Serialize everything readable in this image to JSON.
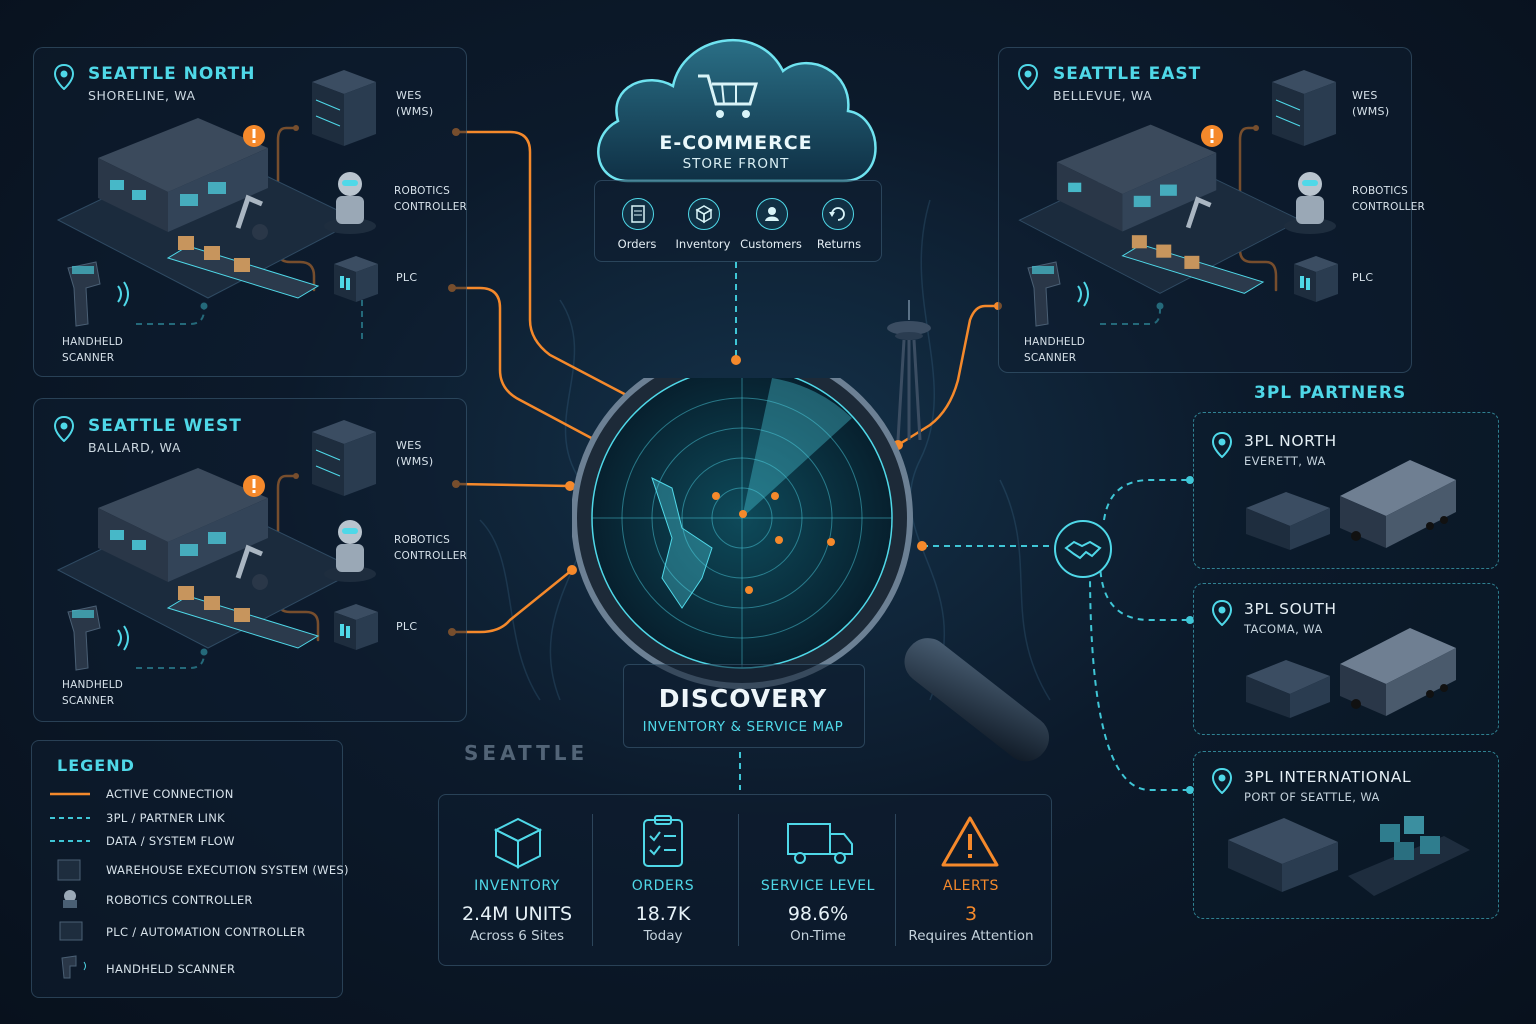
{
  "center": {
    "title": "DISCOVERY",
    "subtitle": "INVENTORY & SERVICE MAP",
    "city_label": "SEATTLE"
  },
  "ecommerce": {
    "title": "E-COMMERCE",
    "subtitle": "STORE FRONT",
    "items": [
      {
        "label": "Orders",
        "icon": "document-icon"
      },
      {
        "label": "Inventory",
        "icon": "box-icon"
      },
      {
        "label": "Customers",
        "icon": "person-icon"
      },
      {
        "label": "Returns",
        "icon": "return-icon"
      }
    ]
  },
  "sites": {
    "north": {
      "name": "SEATTLE NORTH",
      "location": "SHORELINE, WA",
      "wes": "WES\n(WMS)",
      "robotics": "ROBOTICS\nCONTROLLER",
      "plc": "PLC",
      "scanner": "HANDHELD\nSCANNER"
    },
    "east": {
      "name": "SEATTLE EAST",
      "location": "BELLEVUE, WA",
      "wes": "WES\n(WMS)",
      "robotics": "ROBOTICS\nCONTROLLER",
      "plc": "PLC",
      "scanner": "HANDHELD\nSCANNER"
    },
    "west": {
      "name": "SEATTLE WEST",
      "location": "BALLARD, WA",
      "wes": "WES\n(WMS)",
      "robotics": "ROBOTICS\nCONTROLLER",
      "plc": "PLC",
      "scanner": "HANDHELD\nSCANNER"
    }
  },
  "partners": {
    "heading": "3PL PARTNERS",
    "items": [
      {
        "name": "3PL NORTH",
        "location": "EVERETT, WA"
      },
      {
        "name": "3PL SOUTH",
        "location": "TACOMA, WA"
      },
      {
        "name": "3PL INTERNATIONAL",
        "location": "PORT OF SEATTLE, WA"
      }
    ]
  },
  "legend": {
    "title": "LEGEND",
    "items": [
      "ACTIVE CONNECTION",
      "3PL / PARTNER LINK",
      "DATA / SYSTEM FLOW",
      "WAREHOUSE EXECUTION SYSTEM (WES)",
      "ROBOTICS CONTROLLER",
      "PLC / AUTOMATION CONTROLLER",
      "HANDHELD SCANNER"
    ]
  },
  "stats": [
    {
      "title": "INVENTORY",
      "value": "2.4M UNITS",
      "sub": "Across 6 Sites",
      "color": "#4fd8e8"
    },
    {
      "title": "ORDERS",
      "value": "18.7K",
      "sub": "Today",
      "color": "#4fd8e8"
    },
    {
      "title": "SERVICE LEVEL",
      "value": "98.6%",
      "sub": "On-Time",
      "color": "#4fd8e8"
    },
    {
      "title": "ALERTS",
      "value": "3",
      "sub": "Requires Attention",
      "color": "#f5892b"
    }
  ],
  "colors": {
    "accent": "#4fd8e8",
    "active": "#f5892b",
    "background": "#0c1a2b"
  }
}
